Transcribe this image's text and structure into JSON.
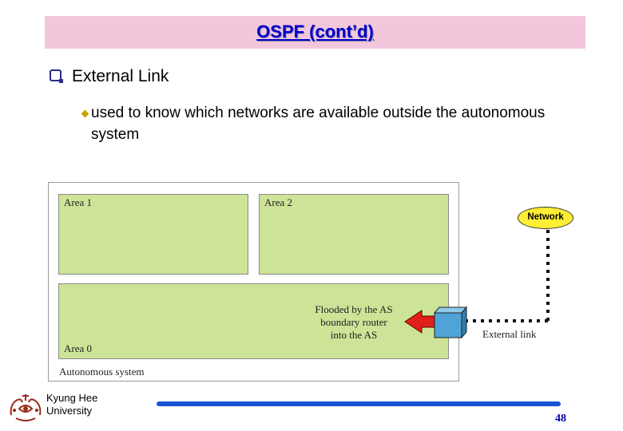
{
  "slide": {
    "title": "OSPF (cont’d)",
    "heading": "External Link",
    "subpoint": "used to know which networks are available outside the autonomous system",
    "page_number": "48"
  },
  "diagram": {
    "area1": "Area 1",
    "area2": "Area 2",
    "area0": "Area 0",
    "autonomous_system": "Autonomous system",
    "flood_lines": [
      "Flooded by the AS",
      "boundary router",
      "into the AS"
    ],
    "external_link": "External link",
    "network": "Network"
  },
  "footer": {
    "university_line1": "Kyung Hee",
    "university_line2": "University"
  },
  "colors": {
    "title_band": "#f2c7dc",
    "title_text": "#0000cc",
    "area_fill": "#cde397",
    "network_fill": "#ffee33",
    "router_fill": "#4fa3d6",
    "arrow": "#e0201a",
    "rule": "#1a53d6"
  }
}
